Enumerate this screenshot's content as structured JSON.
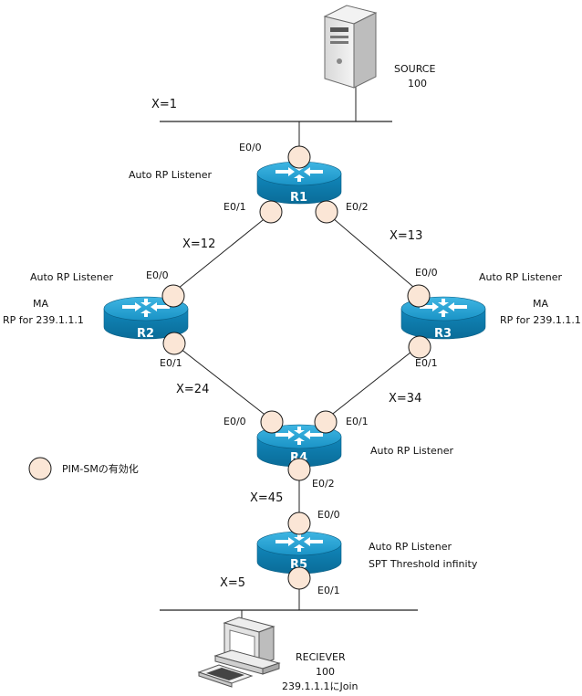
{
  "source": {
    "title": "SOURCE",
    "id": "100"
  },
  "receiver": {
    "title": "RECIEVER",
    "id": "100",
    "join": "239.1.1.1にJoin"
  },
  "segments": {
    "x1": "X=1",
    "x12": "X=12",
    "x13": "X=13",
    "x24": "X=24",
    "x34": "X=34",
    "x45": "X=45",
    "x5": "X=5"
  },
  "routers": {
    "r1": {
      "name": "R1",
      "role": "Auto RP Listener",
      "e00": "E0/0",
      "e01": "E0/1",
      "e02": "E0/2"
    },
    "r2": {
      "name": "R2",
      "role": "Auto RP Listener",
      "ma": "MA",
      "rp": "RP for 239.1.1.1",
      "e00": "E0/0",
      "e01": "E0/1"
    },
    "r3": {
      "name": "R3",
      "role": "Auto RP Listener",
      "ma": "MA",
      "rp": "RP for 239.1.1.1",
      "e00": "E0/0",
      "e01": "E0/1"
    },
    "r4": {
      "name": "R4",
      "role": "Auto RP Listener",
      "e00": "E0/0",
      "e01": "E0/1",
      "e02": "E0/2"
    },
    "r5": {
      "name": "R5",
      "role": "Auto RP Listener",
      "spt": "SPT Threshold infinity",
      "e00": "E0/0",
      "e01": "E0/1"
    }
  },
  "legend": {
    "label": "PIM-SMの有効化"
  },
  "colors": {
    "router_top": "#1f9fd0",
    "router_side": "#0b7fb0",
    "pim_fill": "#fbe6d6"
  }
}
